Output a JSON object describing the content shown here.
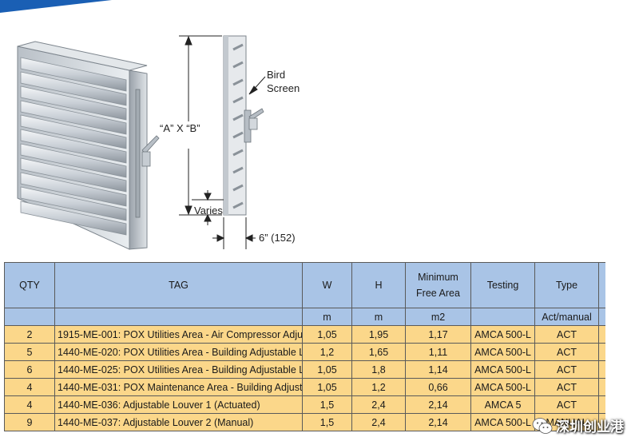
{
  "figure": {
    "dim_label_ab": "“A” X “B”",
    "bird_screen_line1": "Bird",
    "bird_screen_line2": "Screen",
    "varies_label": "Varies",
    "depth_label": "6” (152)"
  },
  "table": {
    "headers": {
      "qty": "QTY",
      "tag": "TAG",
      "w": "W",
      "h": "H",
      "min_free_area_line1": "Minimum",
      "min_free_area_line2": "Free Area",
      "testing": "Testing",
      "type": "Type"
    },
    "units": {
      "qty": "",
      "tag": "",
      "w": "m",
      "h": "m",
      "min_free_area": "m2",
      "testing": "",
      "type": "Act/manual"
    },
    "rows": [
      {
        "qty": "2",
        "tag": "1915-ME-001: POX Utilities Area - Air Compressor Adju",
        "w": "1,05",
        "h": "1,95",
        "area": "1,17",
        "testing": "AMCA 500-L",
        "type": "ACT"
      },
      {
        "qty": "5",
        "tag": "1440-ME-020: POX Utilities Area - Building Adjustable L",
        "w": "1,2",
        "h": "1,65",
        "area": "1,11",
        "testing": "AMCA 500-L",
        "type": "ACT"
      },
      {
        "qty": "6",
        "tag": "1440-ME-025: POX Utilities Area - Building Adjustable L",
        "w": "1,05",
        "h": "1,8",
        "area": "1,14",
        "testing": "AMCA 500-L",
        "type": "ACT"
      },
      {
        "qty": "4",
        "tag": "1440-ME-031: POX Maintenance Area - Building Adjust",
        "w": "1,05",
        "h": "1,2",
        "area": "0,66",
        "testing": "AMCA 500-L",
        "type": "ACT"
      },
      {
        "qty": "4",
        "tag": "1440-ME-036: Adjustable Louver 1 (Actuated)",
        "w": "1,5",
        "h": "2,4",
        "area": "2,14",
        "testing": "AMCA 5",
        "type": "ACT"
      },
      {
        "qty": "9",
        "tag": "1440-ME-037: Adjustable Louver 2 (Manual)",
        "w": "1,5",
        "h": "2,4",
        "area": "2,14",
        "testing": "AMCA 500-L",
        "type": "MANUAL"
      }
    ]
  },
  "watermark": {
    "text": "深圳创业港",
    "icon": "wechat-icon"
  },
  "colors": {
    "header_bg": "#a9c4e6",
    "row_bg": "#fbd78a",
    "accent": "#1a5fb4"
  }
}
